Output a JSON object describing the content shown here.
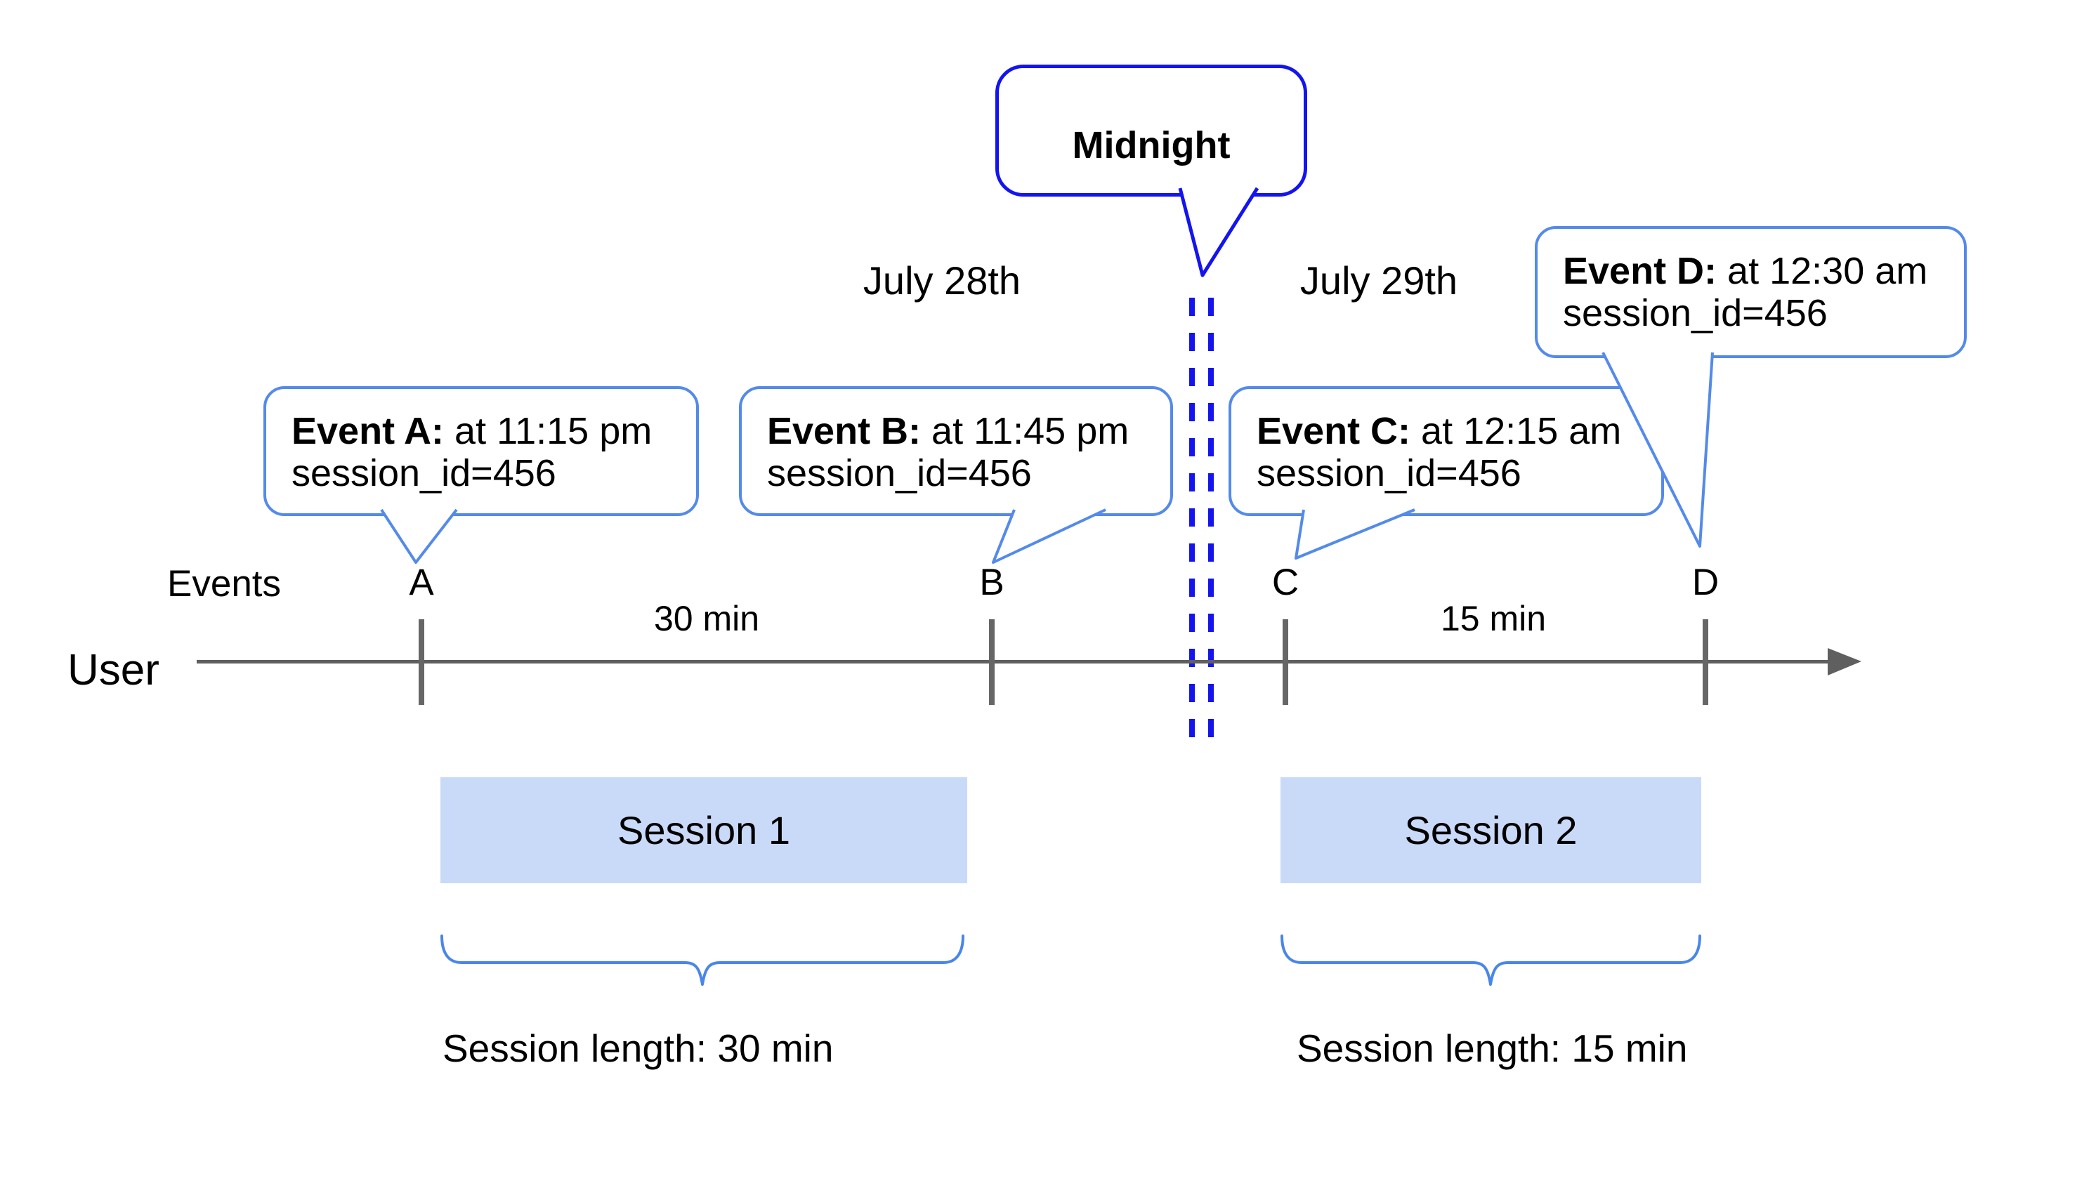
{
  "midnight": {
    "label": "Midnight"
  },
  "dates": {
    "before": "July 28th",
    "after": "July 29th"
  },
  "axis": {
    "events_label": "Events",
    "user_label": "User"
  },
  "events": [
    {
      "id": "A",
      "callout_bold": "Event A:",
      "callout_rest": " at 11:15 pm",
      "callout_line2": "session_id=456"
    },
    {
      "id": "B",
      "callout_bold": "Event B:",
      "callout_rest": " at 11:45 pm",
      "callout_line2": "session_id=456"
    },
    {
      "id": "C",
      "callout_bold": "Event C:",
      "callout_rest": " at 12:15 am",
      "callout_line2": "session_id=456"
    },
    {
      "id": "D",
      "callout_bold": "Event D:",
      "callout_rest": " at 12:30 am",
      "callout_line2": "session_id=456"
    }
  ],
  "intervals": [
    {
      "label": "30 min"
    },
    {
      "label": "15 min"
    }
  ],
  "sessions": [
    {
      "label": "Session 1",
      "length": "Session length: 30 min"
    },
    {
      "label": "Session 2",
      "length": "Session length: 15 min"
    }
  ],
  "colors": {
    "callout_border": "#548ae9",
    "midnight_blue": "#1414ee",
    "brace_blue": "#4a86e8",
    "timeline_gray": "#5f5f5f",
    "session_fill": "#c9daf8",
    "text": "#000000"
  }
}
